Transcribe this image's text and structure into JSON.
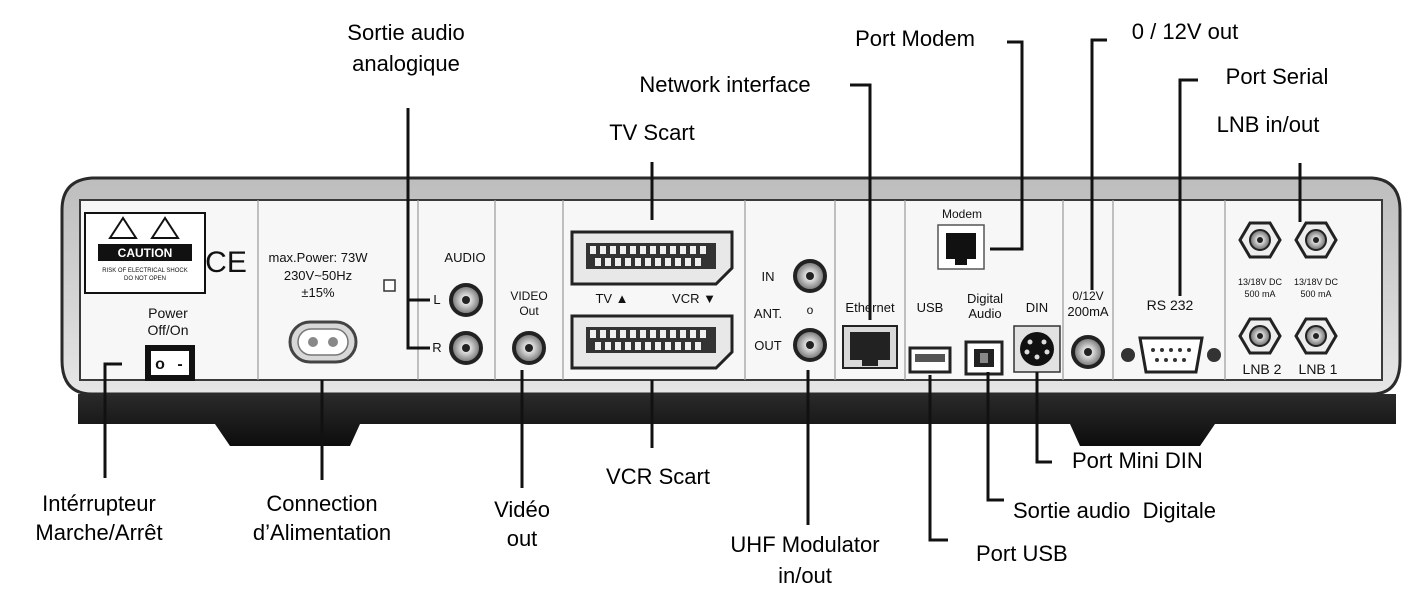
{
  "callouts": {
    "sortie_audio_line1": "Sortie audio",
    "sortie_audio_line2": "analogique",
    "network_interface": "Network interface",
    "port_modem": "Port Modem",
    "out_12v": "0 / 12V out",
    "port_serial": "Port Serial",
    "lnb_inout": "LNB in/out",
    "tv_scart": "TV Scart",
    "interrupteur_line1": "Intérrupteur",
    "interrupteur_line2": "Marche/Arrêt",
    "connection_line1": "Connection",
    "connection_line2": "d’Alimentation",
    "video_out_line1": "Vidéo",
    "video_out_line2": "out",
    "vcr_scart": "VCR Scart",
    "uhf_line1": "UHF Modulator",
    "uhf_line2": "in/out",
    "port_mini_din": "Port Mini DIN",
    "sortie_digitale": "Sortie audio  Digitale",
    "port_usb": "Port USB"
  },
  "panel": {
    "caution_title": "CAUTION",
    "caution_line1": "RISK OF ELECTRICAL SHOCK",
    "caution_line2": "DO NOT OPEN",
    "ce_mark": "CE",
    "power_line1": "Power",
    "power_line2": "Off/On",
    "switch_off": "o",
    "switch_on": "-",
    "max_power": "max.Power: 73W",
    "voltage": "230V~50Hz",
    "tolerance": "±15%",
    "audio": "AUDIO",
    "audio_l": "L",
    "audio_r": "R",
    "video_line1": "VIDEO",
    "video_line2": "Out",
    "tv_scart": "TV ▲",
    "vcr_scart": "VCR ▼",
    "ant_in": "IN",
    "ant": "ANT.",
    "ant_o": "o",
    "ant_out": "OUT",
    "ethernet": "Ethernet",
    "modem": "Modem",
    "usb": "USB",
    "digital_line1": "Digital",
    "digital_line2": "Audio",
    "din": "DIN",
    "v12_line1": "0/12V",
    "v12_line2": "200mA",
    "rs232": "RS 232",
    "lnb_dc": "13/18V DC",
    "lnb_ma": "500 mA",
    "lnb2": "LNB 2",
    "lnb1": "LNB 1"
  }
}
